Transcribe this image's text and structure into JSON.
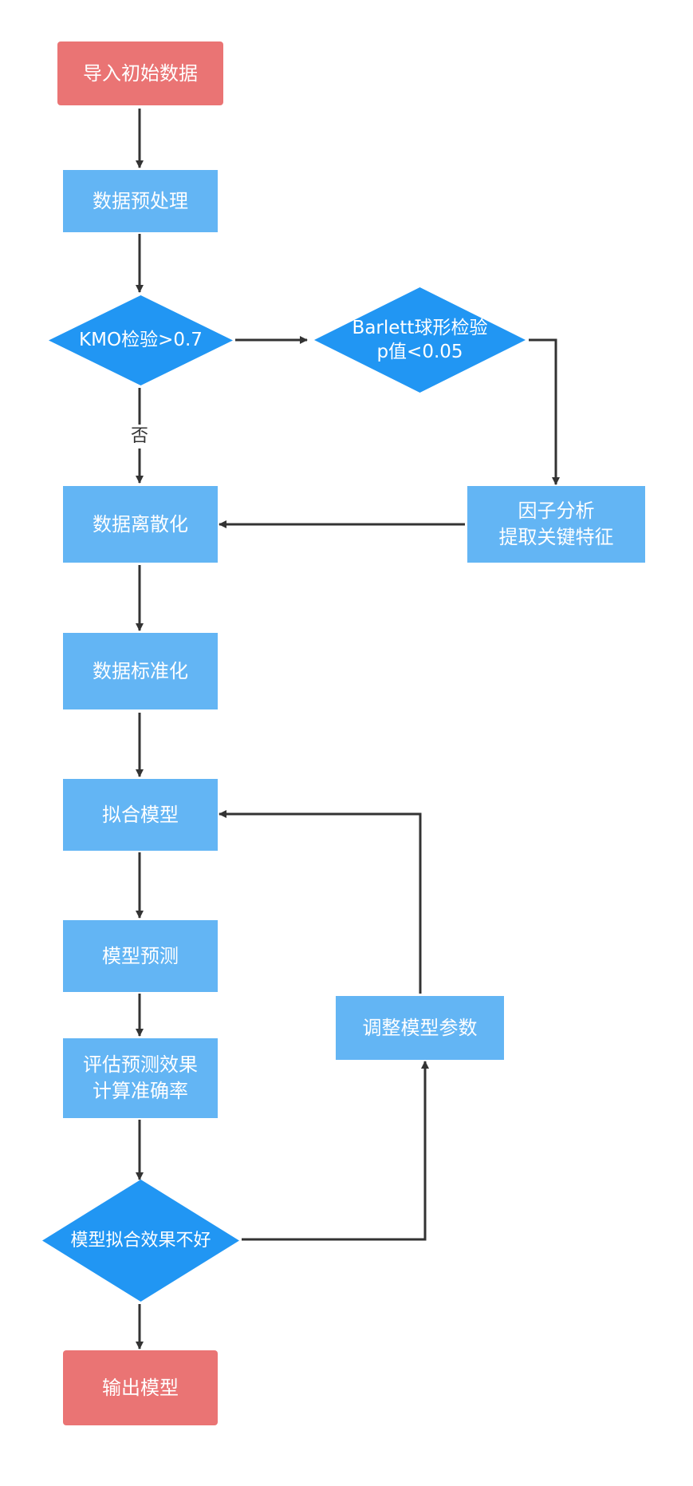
{
  "diagram": {
    "nodes": {
      "start": {
        "lines": [
          "导入初始数据"
        ]
      },
      "preprocess": {
        "lines": [
          "数据预处理"
        ]
      },
      "kmo": {
        "lines": [
          "KMO检验>0.7"
        ]
      },
      "barlett": {
        "lines": [
          "Barlett球形检验",
          "p值<0.05"
        ]
      },
      "factor": {
        "lines": [
          "因子分析",
          "提取关键特征"
        ]
      },
      "discretize": {
        "lines": [
          "数据离散化"
        ]
      },
      "standardize": {
        "lines": [
          "数据标准化"
        ]
      },
      "fit": {
        "lines": [
          "拟合模型"
        ]
      },
      "predict": {
        "lines": [
          "模型预测"
        ]
      },
      "evaluate": {
        "lines": [
          "评估预测效果",
          "计算准确率"
        ]
      },
      "decision": {
        "lines": [
          "模型拟合效果不好"
        ]
      },
      "tune": {
        "lines": [
          "调整模型参数"
        ]
      },
      "output": {
        "lines": [
          "输出模型"
        ]
      }
    },
    "edge_labels": {
      "kmo_no": "否"
    },
    "colors": {
      "terminal": "#ea7474",
      "process": "#63b5f4",
      "decision": "#2196f3",
      "arrow": "#333333"
    }
  }
}
